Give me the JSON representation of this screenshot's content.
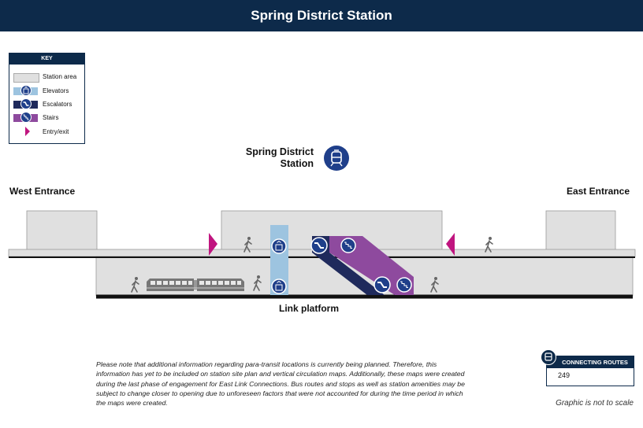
{
  "header": {
    "title": "Spring District Station"
  },
  "key": {
    "title": "KEY",
    "items": [
      {
        "label": "Station area",
        "color": "#e0e0e0"
      },
      {
        "label": "Elevators",
        "color": "#9dc4e0"
      },
      {
        "label": "Escalators",
        "color": "#1f2a5c"
      },
      {
        "label": "Stairs",
        "color": "#8e4a9e"
      },
      {
        "label": "Entry/exit",
        "color": "#c0157f"
      }
    ]
  },
  "station_name_line1": "Spring District",
  "station_name_line2": "Station",
  "west_entrance": "West Entrance",
  "east_entrance": "East Entrance",
  "platform_label": "Link platform",
  "note": "Please note that additional information regarding para-transit locations is currently being planned. Therefore, this information has yet to be included on station site plan and vertical circulation maps. Additionally, these maps were created during the last phase of engagement for East Link Connections. Bus routes and stops as well as station amenities may be subject to change closer to opening due to unforeseen factors that were not accounted for during the time period in which the maps were created.",
  "connecting_routes": {
    "title": "CONNECTING ROUTES",
    "routes": "249"
  },
  "scale_note": "Graphic is not to scale",
  "colors": {
    "navy": "#0d2a4a",
    "station_area": "#e0e0e0",
    "elevator": "#9dc4e0",
    "escalator": "#1f2a5c",
    "stairs": "#8e4a9e",
    "entry": "#c0157f"
  }
}
